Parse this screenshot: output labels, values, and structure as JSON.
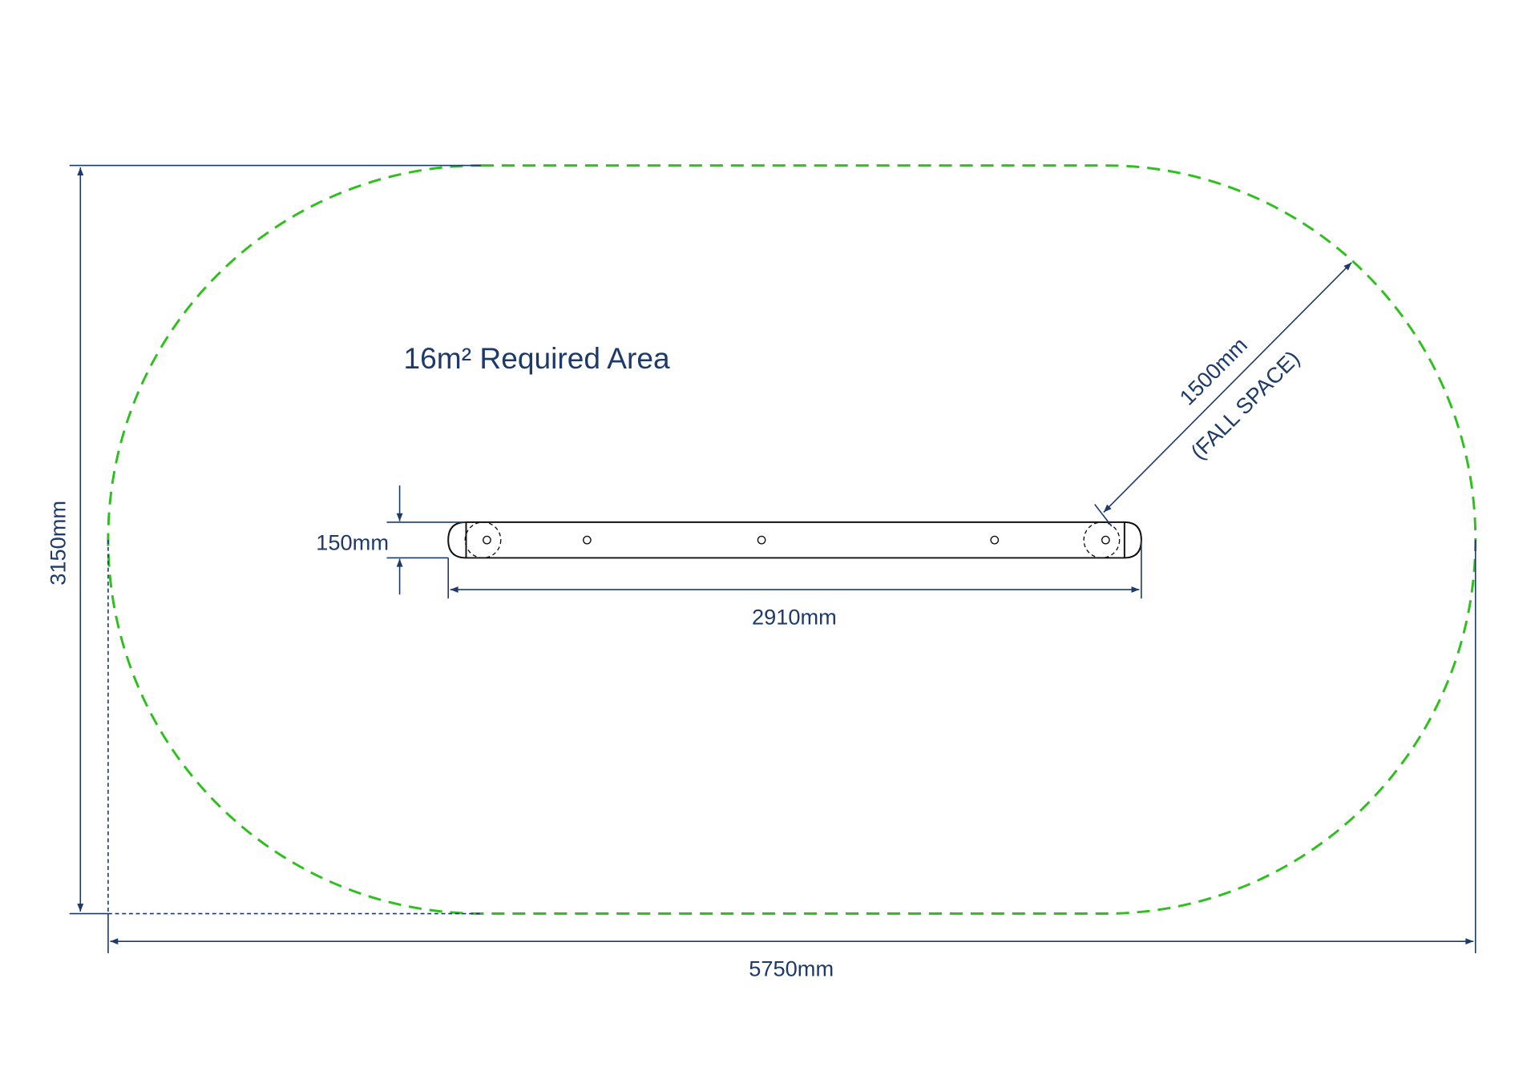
{
  "title": "16m² Required Area",
  "dimensions": {
    "height": "3150mm",
    "width": "5750mm",
    "beam_length": "2910mm",
    "beam_width": "150mm",
    "fall_space": "1500mm",
    "fall_space_label": "(FALL SPACE)"
  },
  "colors": {
    "dimension_line": "#1d3a6b",
    "fall_zone": "#2fbf1e",
    "equipment": "#111111"
  }
}
